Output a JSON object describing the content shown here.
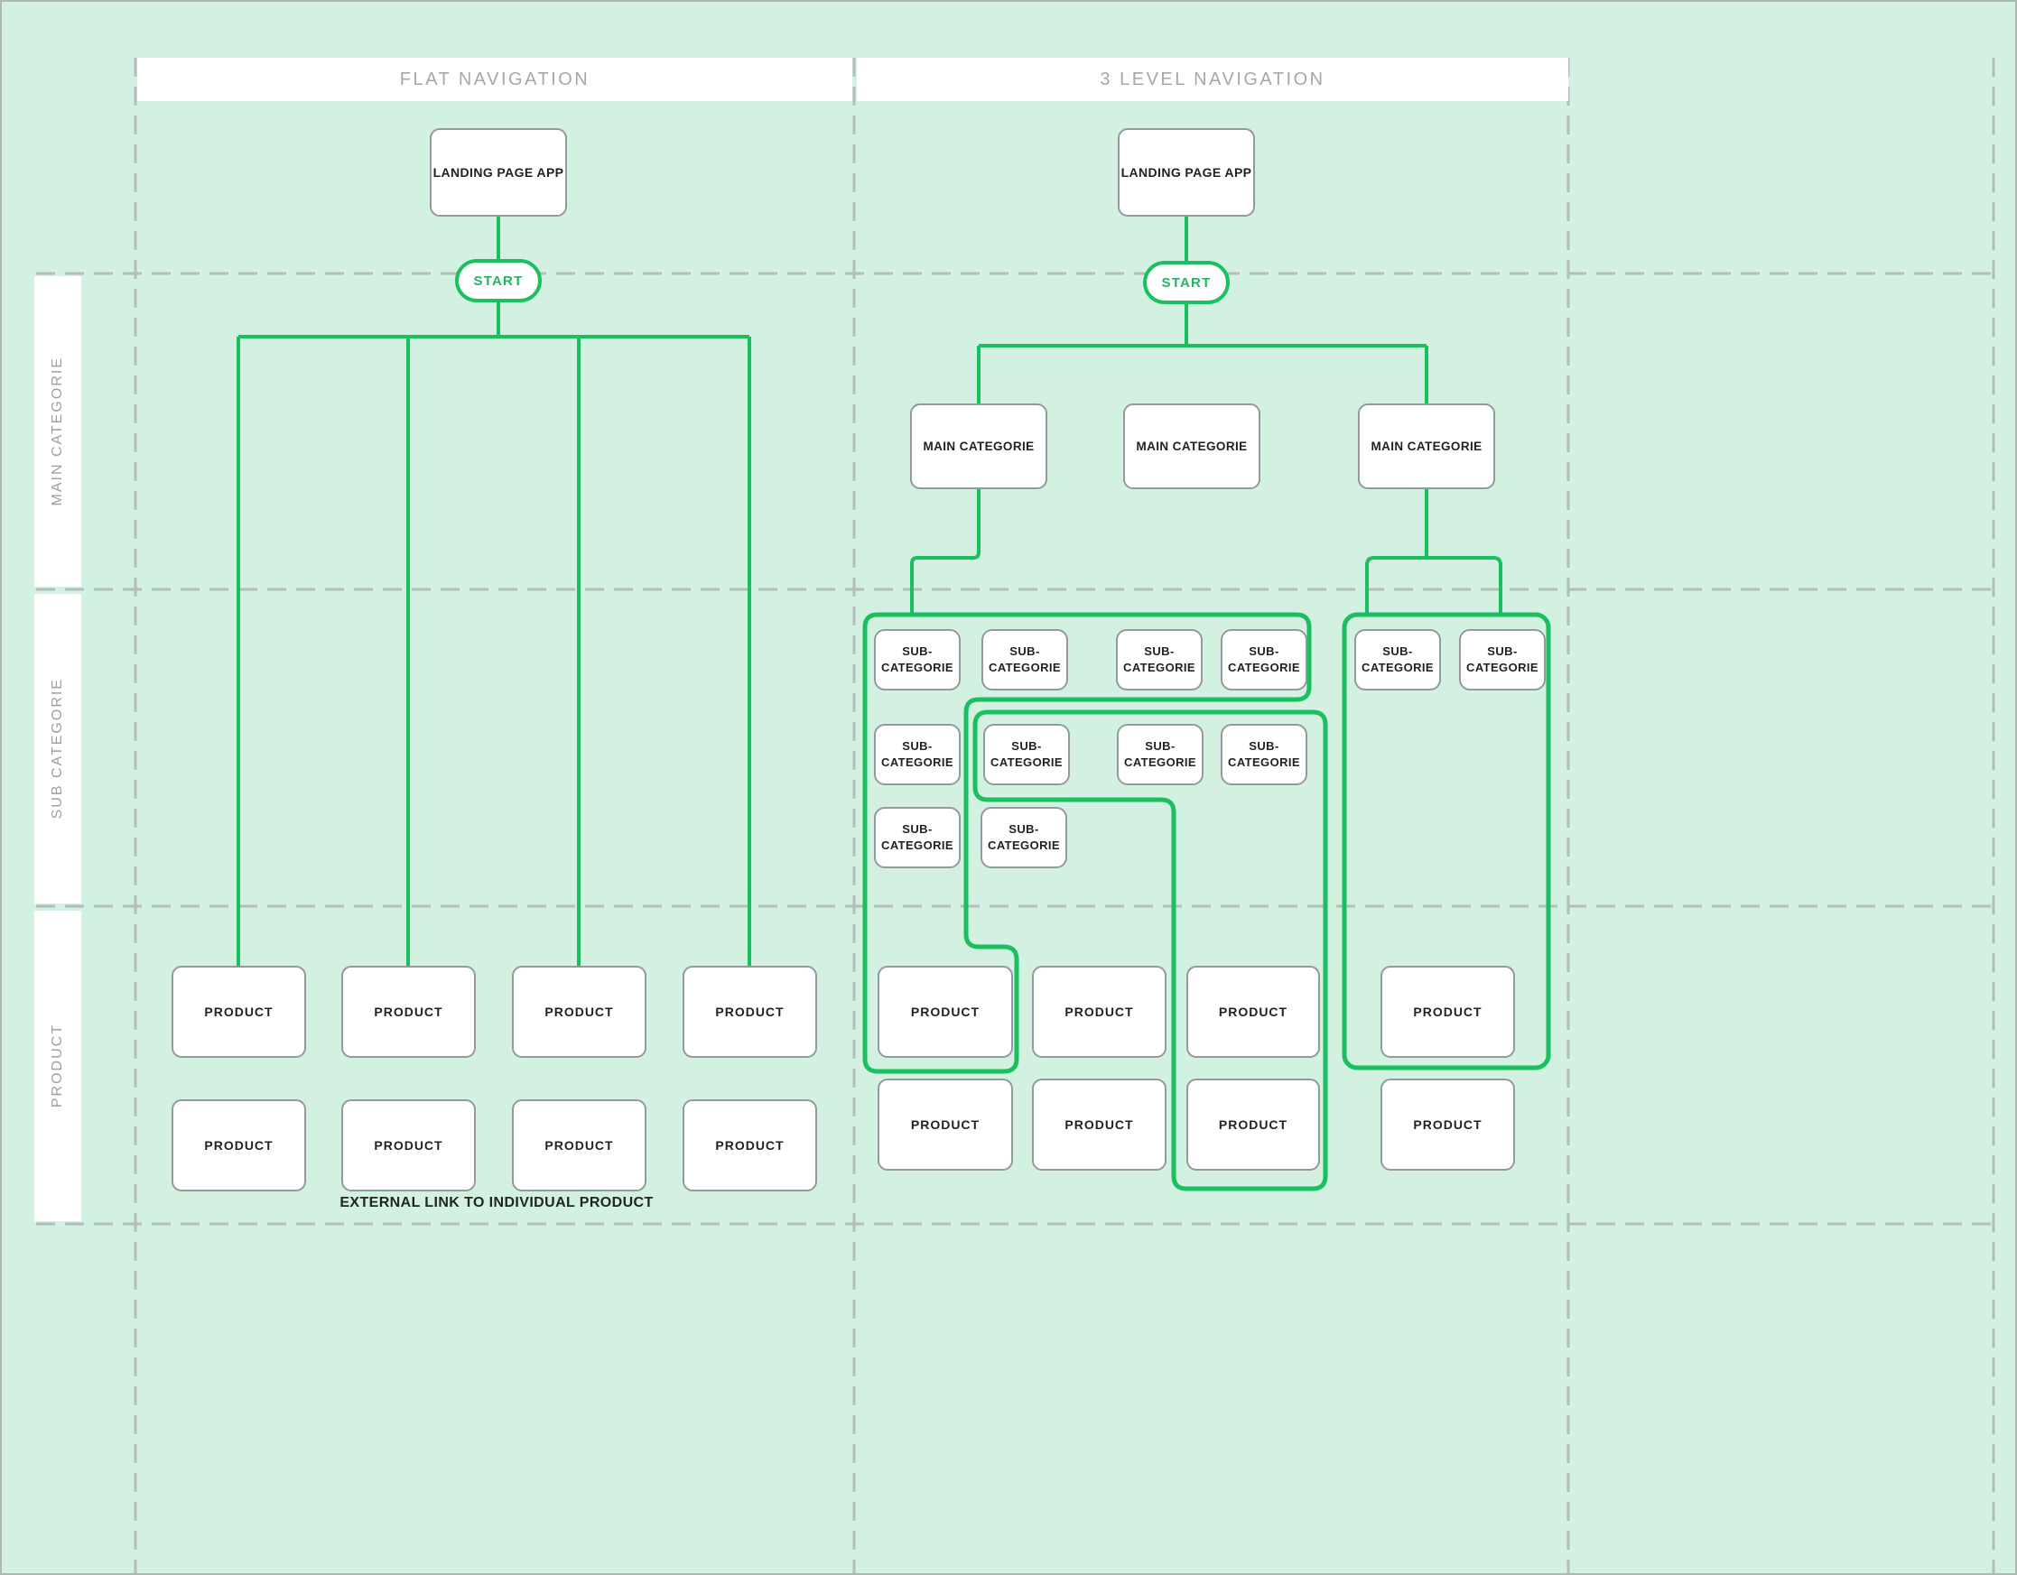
{
  "headers": {
    "flat": "FLAT NAVIGATION",
    "three_level": "3 LEVEL NAVIGATION"
  },
  "row_labels": {
    "main": "MAIN CATEGORIE",
    "sub": "SUB CATEGORIE",
    "product": "PRODUCT"
  },
  "labels": {
    "landing": "LANDING PAGE APP",
    "start": "START",
    "main": "MAIN CATEGORIE",
    "sub": "SUB-\nCATEGORIE",
    "product": "PRODUCT"
  },
  "caption": "EXTERNAL LINK TO INDIVIDUAL PRODUCT",
  "colors": {
    "background": "#d3f1e1",
    "connector_green": "#1ac05f",
    "box_border_gray": "#939a9d",
    "dashed_grid_gray": "#b4bdbb",
    "header_text_gray": "#a2a8ab",
    "row_label_gray": "#9ba1a4",
    "box_text": "#1e2222",
    "start_text_green": "#21b463"
  }
}
